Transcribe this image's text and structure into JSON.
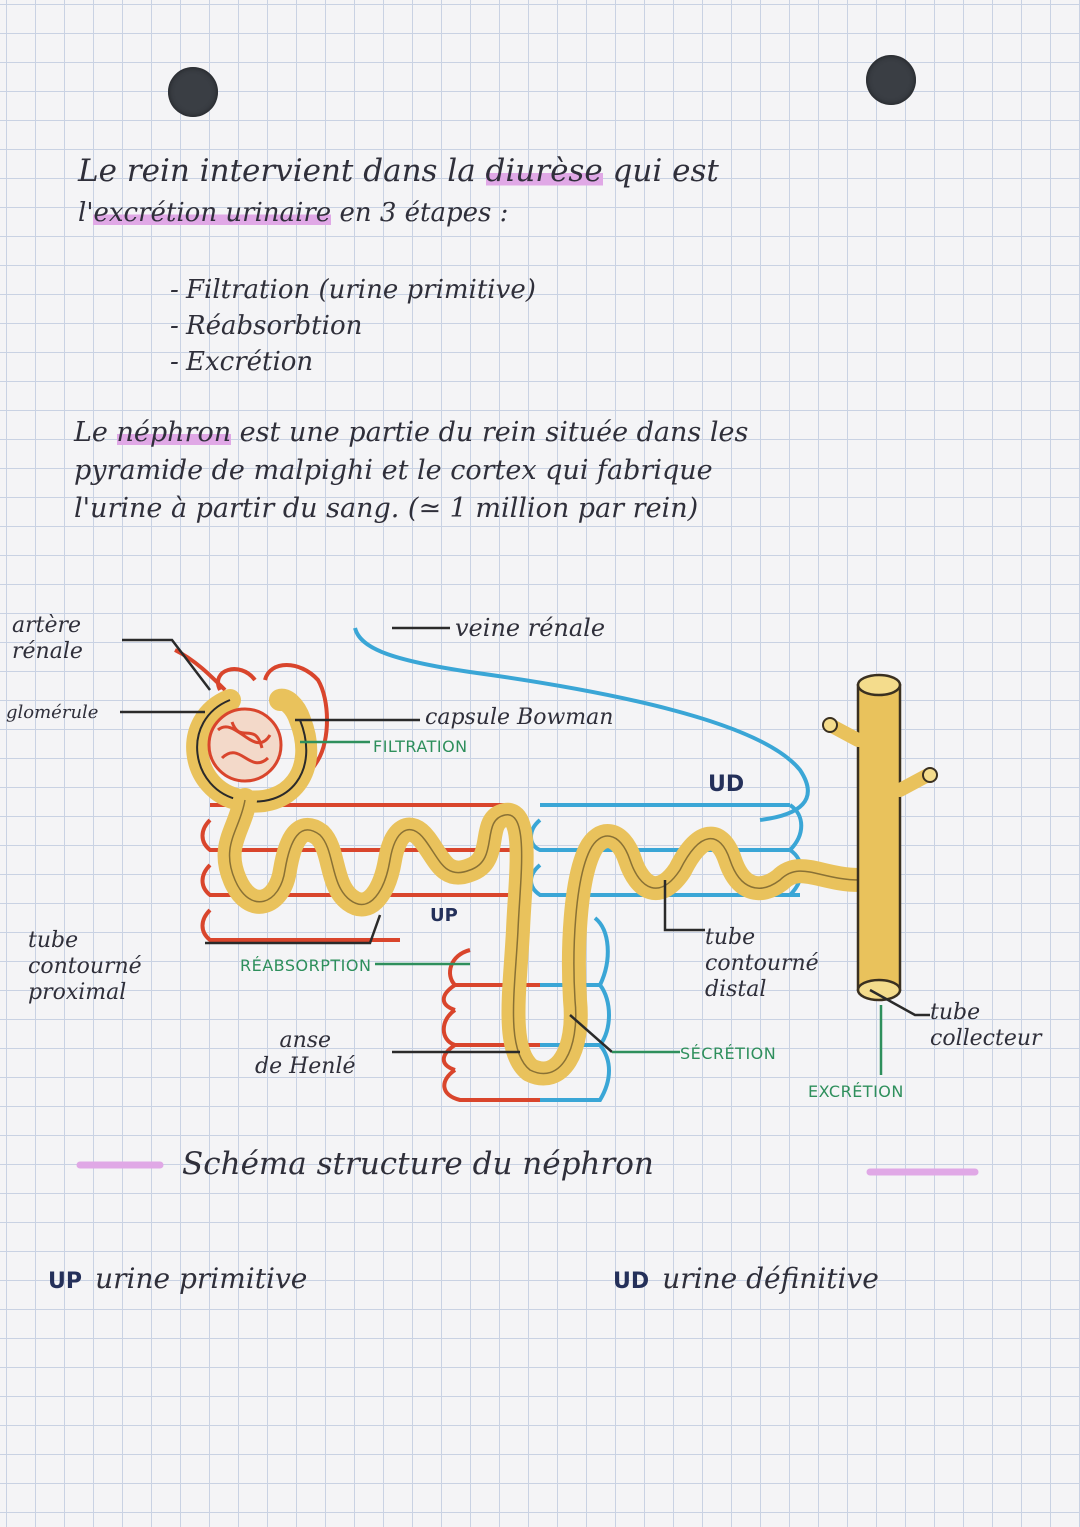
{
  "intro": {
    "line1_part1": "Le rein intervient dans la ",
    "line1_highlight": "diurèse",
    "line1_part2": " qui est",
    "line2_part1": "l'",
    "line2_highlight": "excrétion urinaire",
    "line2_part2": " en 3 étapes :"
  },
  "steps": [
    "Filtration (urine primitive)",
    "Réabsorbtion",
    "Excrétion"
  ],
  "nephron_text": {
    "line1_part1": "Le ",
    "line1_highlight": "néphron",
    "line1_part2": " est une partie du rein située dans les",
    "line2": "pyramide de malpighi et le cortex qui fabrique",
    "line3": "l'urine à partir du sang. (≃ 1 million par rein)"
  },
  "diagram": {
    "labels": {
      "arteriole": "artère\nrénale",
      "glomerule": "glomérule",
      "veine": "veine rénale",
      "capsule": "capsule Bowman",
      "tube_proximal": "tube\ncontourné\nproximal",
      "anse": "anse\nde Henlé",
      "tube_distal": "tube\ncontourné\ndistal",
      "tube_collecteur": "tube\ncollecteur"
    },
    "processes": {
      "filtration": "FILTRATION",
      "reabsorption": "RÉABSORPTION",
      "secretion": "SÉCRÉTION",
      "excretion": "EXCRÉTION"
    },
    "tags": {
      "up": "UP",
      "ud": "UD"
    },
    "title": "Schéma structure du néphron"
  },
  "legend": {
    "up_abbr": "UP",
    "up_text": "urine primitive",
    "ud_abbr": "UD",
    "ud_text": "urine définitive"
  },
  "colors": {
    "urine_tube": "#e9c25c",
    "artery": "#d9452c",
    "vein": "#3aa6d6",
    "process_green": "#2e8f5c",
    "highlight": "#e0a8e6"
  }
}
